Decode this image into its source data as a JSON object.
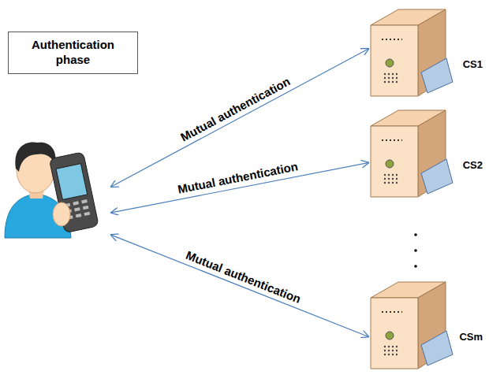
{
  "diagram": {
    "nodes": [
      {
        "text": [
          "Authentication phase"
        ]
      },
      {
        "text": []
      },
      {
        "text": [
          "CS1"
        ]
      },
      {
        "text": [
          "CS2"
        ]
      },
      {
        "text": [
          "CSm"
        ]
      }
    ],
    "edges": [
      {
        "from": 1,
        "to": 2,
        "arrow": "both",
        "label": "Mutual authentication"
      },
      {
        "from": 1,
        "to": 3,
        "arrow": "both",
        "label": "Mutual authentication"
      },
      {
        "from": 1,
        "to": 4,
        "arrow": "both",
        "label": "Mutual authentication"
      }
    ]
  }
}
